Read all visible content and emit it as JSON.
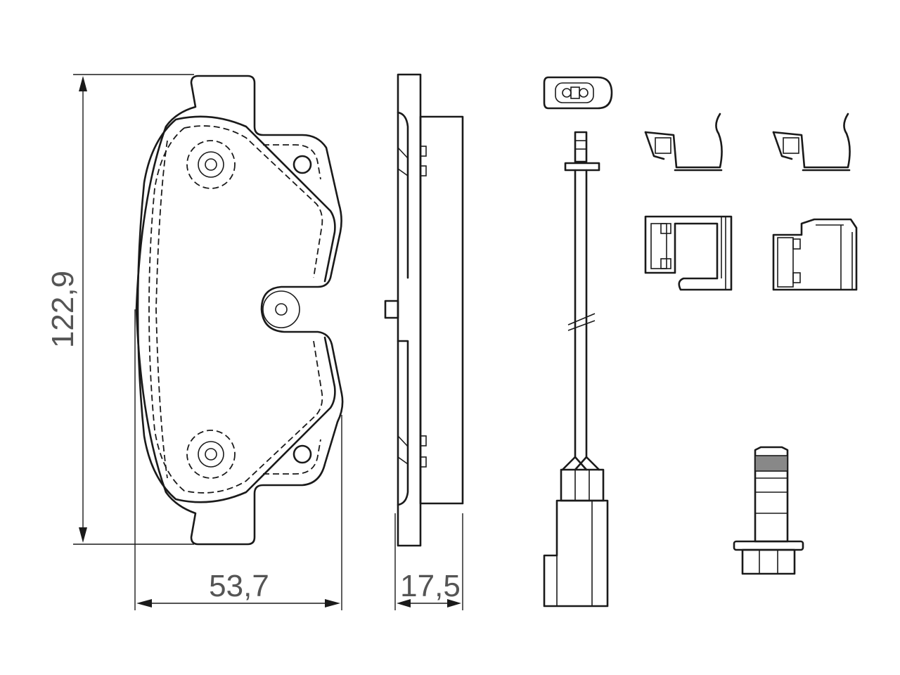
{
  "dimensions": {
    "height_label": "122,9",
    "width_label": "53,7",
    "thickness_label": "17,5"
  },
  "colors": {
    "line": "#1a1a1a",
    "dimension_text": "#555555",
    "background": "#ffffff"
  },
  "parts": [
    "brake-pad-front-view",
    "brake-pad-side-view",
    "wear-sensor-cable",
    "wear-sensor-clip",
    "spring-clip-left",
    "spring-clip-right",
    "pad-retainer-clip-left",
    "pad-retainer-clip-right",
    "guide-bolt"
  ]
}
